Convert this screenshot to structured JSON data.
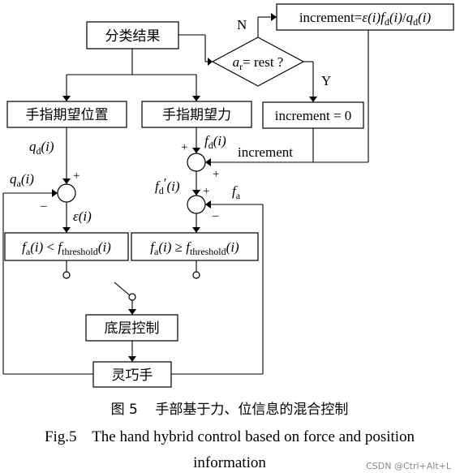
{
  "nodes": {
    "classify": "分类结果",
    "decision": {
      "a": "a",
      "a_sub": "r",
      "rest": "= rest ?"
    },
    "branch_no": "N",
    "branch_yes": "Y",
    "incr_formula": {
      "head": "increment",
      "eq": "=",
      "eps": "ε",
      "i": "(i)",
      "f": "f",
      "f_sub": "d",
      "slash": "/",
      "q": "q",
      "q_sub": "d"
    },
    "incr_zero": "increment = 0",
    "pos_target": "手指期望位置",
    "force_target": "手指期望力",
    "cond_left": {
      "f": "f",
      "a": "a",
      "i": "(i)",
      "lt": " < ",
      "f2": "f",
      "th": "threshold"
    },
    "cond_right": {
      "f": "f",
      "a": "a",
      "i": "(i)",
      "ge": " ≥ ",
      "f2": "f",
      "th": "threshold"
    },
    "low_ctrl": "底层控制",
    "hand": "灵巧手"
  },
  "labels": {
    "qd": {
      "q": "q",
      "sub": "d",
      "i": "(i)"
    },
    "qa": {
      "q": "q",
      "sub": "a",
      "i": "(i)"
    },
    "eps": {
      "e": "ε",
      "i": "(i)"
    },
    "fd": {
      "f": "f",
      "sub": "d",
      "i": "(i)"
    },
    "fdp": {
      "f": "f",
      "sub": "d",
      "prime": "′",
      "i": "(i)"
    },
    "fa": {
      "f": "f",
      "sub": "a"
    },
    "increment": "increment"
  },
  "signs": {
    "plus": "+",
    "minus": "–"
  },
  "caption": {
    "cn": "图 5    手部基于力、位信息的混合控制",
    "en_line1": "Fig.5    The hand hybrid control based on force and position",
    "en_line2": "information"
  },
  "watermark": "CSDN @Ctrl+Alt+L"
}
